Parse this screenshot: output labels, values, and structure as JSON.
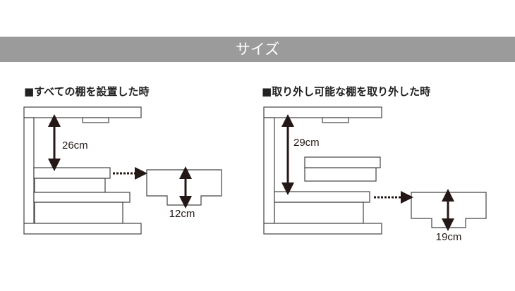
{
  "banner": {
    "title": "サイズ"
  },
  "left": {
    "heading": "■すべての棚を設置した時",
    "height_label": "26cm",
    "profile_label": "12cm"
  },
  "right": {
    "heading": "■取り外し可能な棚を取り外した時",
    "height_label": "29cm",
    "profile_label": "19cm"
  },
  "colors": {
    "banner": "#9b9b9b",
    "line": "#333333",
    "arrow": "#231815"
  }
}
